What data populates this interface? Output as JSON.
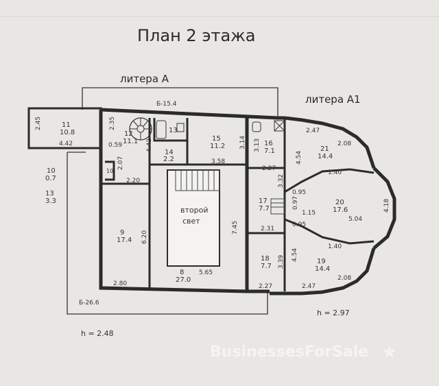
{
  "title": "План 2 этажа",
  "litera_a": "литера А",
  "litera_a1": "литера А1",
  "b_top": "Б-15.4",
  "b_bottom": "Б-26.6",
  "h_left": "h = 2.48",
  "h_right": "h = 2.97",
  "watermark": "BusinessesForSale",
  "second_light": [
    "второй",
    "свет"
  ],
  "rooms": [
    {
      "id": "r11",
      "num": "11",
      "area": "10.8"
    },
    {
      "id": "r10",
      "num": "10",
      "area": "0.7"
    },
    {
      "id": "r13a",
      "num": "13",
      "area": "3.3"
    },
    {
      "id": "r12",
      "num": "12",
      "area": "11.1"
    },
    {
      "id": "r13",
      "num": "13",
      "area": ""
    },
    {
      "id": "r14",
      "num": "14",
      "area": "2.2"
    },
    {
      "id": "r15",
      "num": "15",
      "area": "11.2"
    },
    {
      "id": "r16",
      "num": "16",
      "area": "7.1"
    },
    {
      "id": "r21",
      "num": "21",
      "area": "14.4"
    },
    {
      "id": "r9",
      "num": "9",
      "area": "17.4"
    },
    {
      "id": "r8",
      "num": "8",
      "area": "27.0"
    },
    {
      "id": "r17",
      "num": "17",
      "area": "7.7"
    },
    {
      "id": "r20",
      "num": "20",
      "area": "17.6"
    },
    {
      "id": "r18",
      "num": "18",
      "area": "7.7"
    },
    {
      "id": "r19",
      "num": "19",
      "area": "14.4"
    },
    {
      "id": "r10b",
      "num": "10",
      "area": ""
    }
  ],
  "dims": [
    "2.45",
    "4.42",
    "2.35",
    "0.59",
    "2.07",
    "4.42",
    "3.58",
    "3.14",
    "3.13",
    "2.47",
    "2.08",
    "4.54",
    "2.27",
    "3.32",
    "1.40",
    "0.95",
    "0.97",
    "1.15",
    "5.04",
    "4.18",
    "2.31",
    "2.20",
    "6.20",
    "7.45",
    "5.65",
    "2.80",
    "3.39",
    "2.27",
    "4.54",
    "2.47",
    "2.08",
    "1.40",
    "0.95"
  ]
}
